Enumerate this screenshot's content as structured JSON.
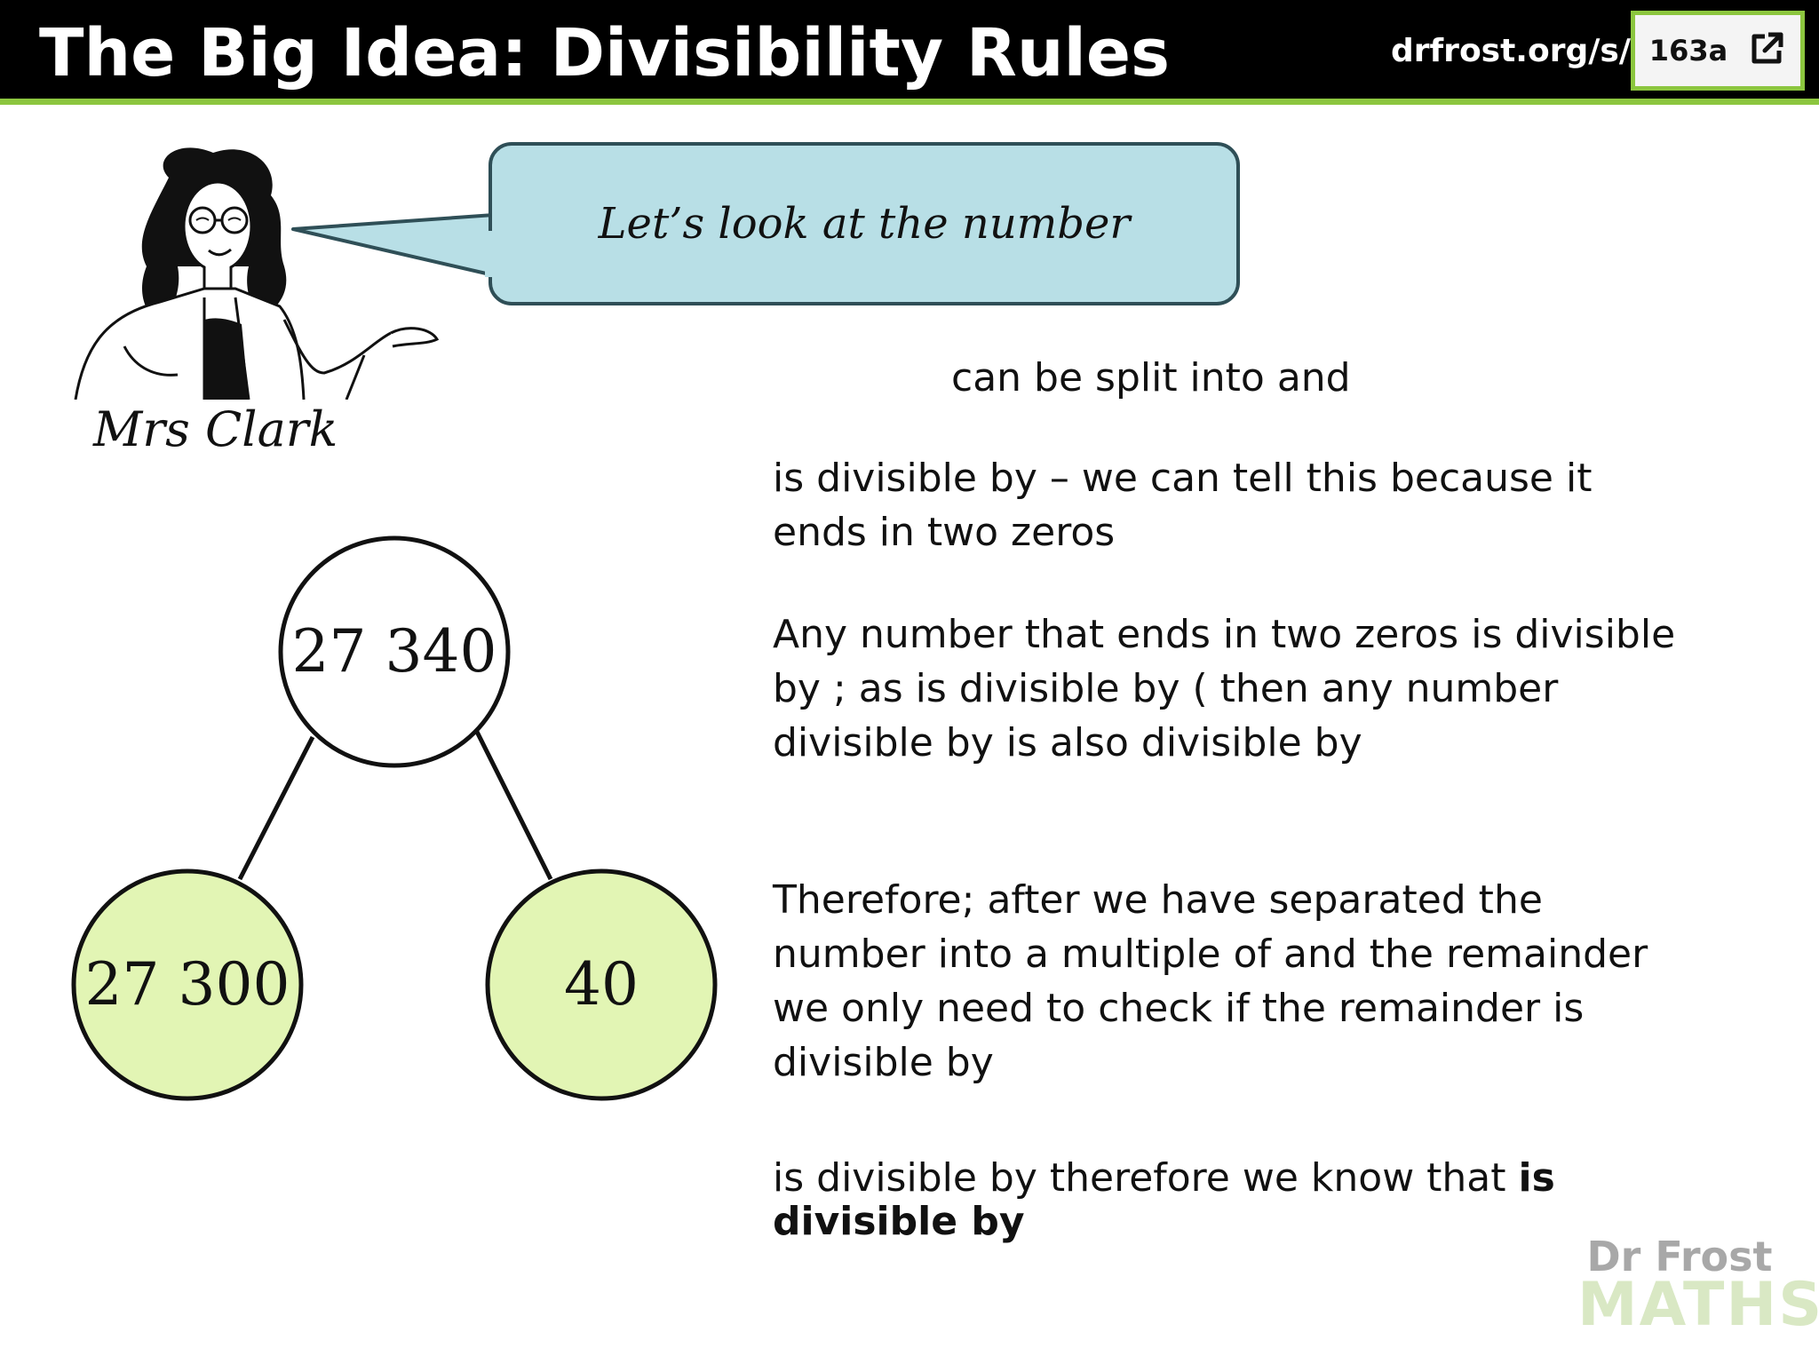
{
  "header": {
    "title": "The Big Idea: Divisibility Rules",
    "url": "drfrost.org/s/",
    "code": "163a"
  },
  "teacher": {
    "name": "Mrs Clark",
    "speech": "Let’s look at the number"
  },
  "tree": {
    "root": "27 340",
    "left": "27 300",
    "right": "40"
  },
  "explanation": {
    "line1": "can be split into  and",
    "line2a": " is divisible by  – we can tell this because it",
    "line2b": "ends in two zeros",
    "line3a": "Any number that ends in two zeros is divisible",
    "line3b": "by ; as  is divisible by  ( then any number",
    "line3c": "divisible by  is also divisible by",
    "line4a": "Therefore; after we have separated the",
    "line4b": "number into a multiple of  and the remainder",
    "line4c": "we only need to check if the remainder is",
    "line4d": "divisible by",
    "line5a_normal": " is divisible by  therefore we know that ",
    "line5a_bold": "is",
    "line5b_bold": "divisible by"
  },
  "logo": {
    "top": "Dr Frost",
    "bottom": "MATHS"
  },
  "colors": {
    "accent": "#8cc63f",
    "bubble": "#b8dfe6",
    "node_fill": "#e2f5b4"
  }
}
